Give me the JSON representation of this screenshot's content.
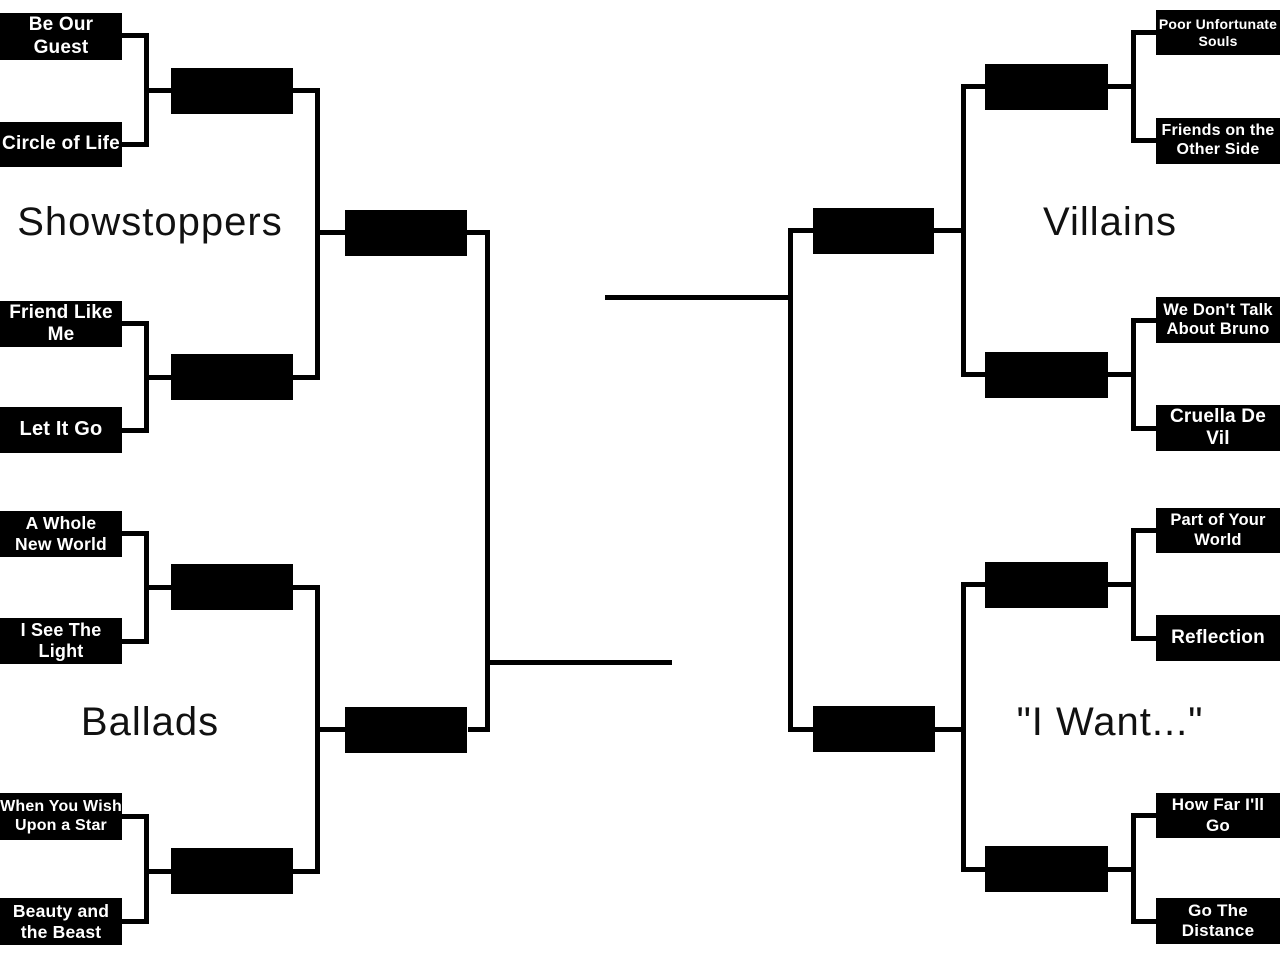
{
  "bracket": {
    "regions": {
      "showstoppers": {
        "title": "Showstoppers",
        "match1": {
          "team1": "Be Our Guest",
          "team2": "Circle of Life"
        },
        "match2": {
          "team1": "Friend Like Me",
          "team2": "Let It Go"
        }
      },
      "ballads": {
        "title": "Ballads",
        "match1": {
          "team1": "A Whole\nNew World",
          "team2": "I See The Light"
        },
        "match2": {
          "team1": "When You Wish\nUpon a Star",
          "team2": "Beauty and\nthe Beast"
        }
      },
      "villains": {
        "title": "Villains",
        "match1": {
          "team1": "Poor Unfortunate\nSouls",
          "team2": "Friends on the\nOther Side"
        },
        "match2": {
          "team1": "We Don't Talk\nAbout Bruno",
          "team2": "Cruella De Vil"
        }
      },
      "i_want": {
        "title": "\"I Want...\"",
        "match1": {
          "team1": "Part of Your\nWorld",
          "team2": "Reflection"
        },
        "match2": {
          "team1": "How Far I'll\nGo",
          "team2": "Go The\nDistance"
        }
      }
    },
    "colors": {
      "background": "#ffffff",
      "song_box_bg": "#000000",
      "song_box_text": "#ffffff",
      "line": "#000000",
      "title_text": "#111111"
    }
  }
}
